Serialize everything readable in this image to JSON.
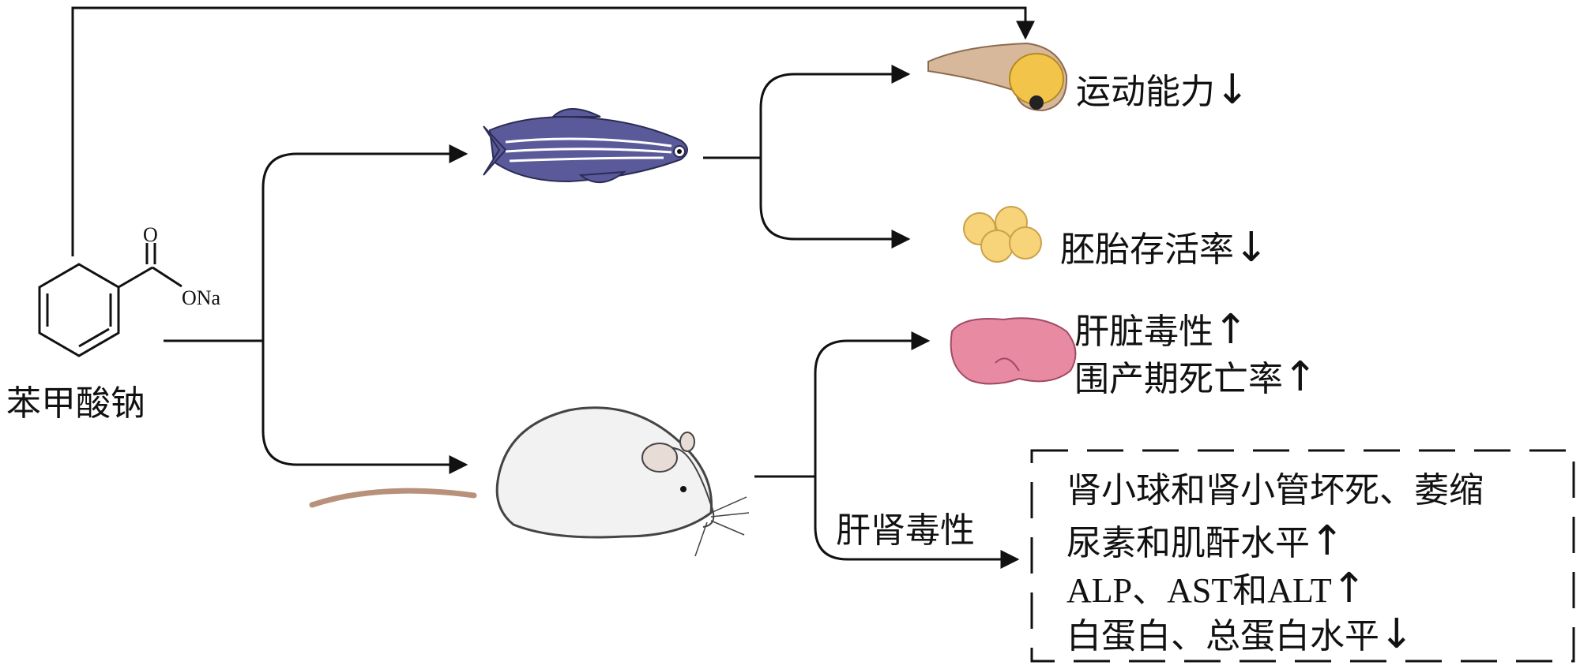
{
  "compound": {
    "name": "苯甲酸钠",
    "atom_o": "O",
    "atom_ona": "ONa"
  },
  "zebrafish": {
    "outcomes": [
      {
        "text": "运动能力",
        "arrow": "↓"
      },
      {
        "text": "胚胎存活率",
        "arrow": "↓"
      }
    ]
  },
  "mouse": {
    "outcomes": [
      {
        "text": "肝脏毒性",
        "arrow": "↑"
      },
      {
        "text": "围产期死亡率",
        "arrow": "↑"
      }
    ],
    "branch_label": "肝肾毒性",
    "box_items": [
      {
        "text": "肾小球和肾小管坏死、萎缩",
        "arrow": ""
      },
      {
        "text": "尿素和肌酐水平",
        "arrow": "↑"
      },
      {
        "text": "ALP、AST和ALT",
        "arrow": "↑"
      },
      {
        "text": "白蛋白、总蛋白水平",
        "arrow": "↓"
      }
    ]
  },
  "colors": {
    "line": "#111111",
    "fish_body": "#5a5a9a",
    "larva_yolk": "#f3c44a",
    "embryo": "#f7d37a",
    "liver": "#e98aa3",
    "mouse_body": "#f2f2f2",
    "mouse_tail": "#d9b7a3"
  }
}
